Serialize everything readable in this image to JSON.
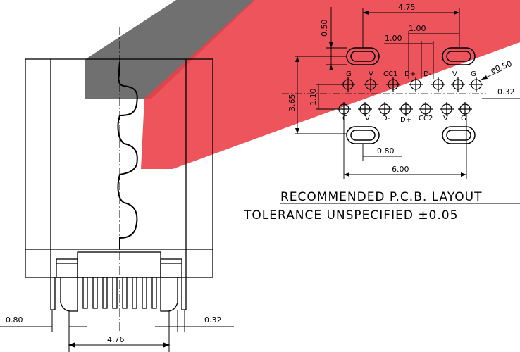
{
  "colors": {
    "watermark_red": "#e8202a",
    "watermark_grey": "#3a3a3a",
    "line": "#000000"
  },
  "watermark": {
    "description": "logo-mark"
  },
  "side_view": {
    "dims": {
      "left_pin_pitch": "0.80",
      "span": "4.76",
      "pin_width": "0.32"
    }
  },
  "pcb_layout": {
    "dims": {
      "top_span": "4.75",
      "slot_gap": "1.00",
      "pad_pitch": "1.00",
      "slot_height": "0.50",
      "total_height": "3.65",
      "row_gap": "1.10",
      "hole_dia": "ø0.50",
      "offset": "0.32",
      "bottom_pitch": "0.80",
      "bottom_span": "6.00"
    },
    "top_row_labels": [
      "G",
      "V",
      "CC1",
      "D+",
      "D-",
      "V",
      "G"
    ],
    "bottom_row_labels": [
      "G",
      "V",
      "D-",
      "D+",
      "CC2",
      "V",
      "G"
    ],
    "title": "RECOMMENDED  P.C.B. LAYOUT",
    "tolerance": "TOLERANCE  UNSPECIFIED  ±0.05"
  }
}
